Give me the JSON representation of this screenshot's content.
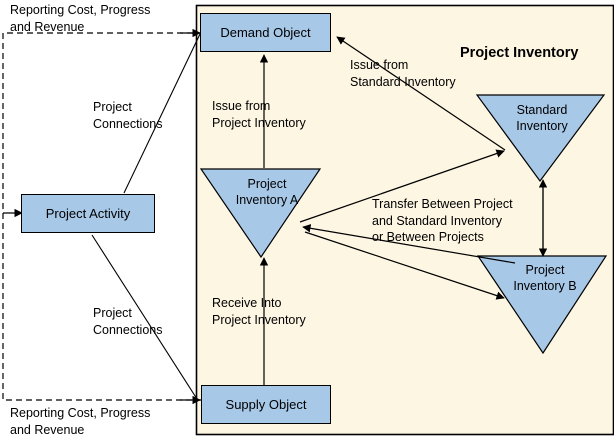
{
  "diagram": {
    "title": "Project Inventory",
    "colors": {
      "node_fill": "#a8c8e8",
      "panel_fill": "#fdf6e3",
      "stroke": "#000000",
      "background": "#ffffff"
    },
    "panel": {
      "title": "Project Inventory"
    },
    "nodes": {
      "demand_object": "Demand Object",
      "supply_object": "Supply Object",
      "project_activity": "Project Activity",
      "project_inventory_a": "Project\nInventory A",
      "standard_inventory": "Standard\nInventory",
      "project_inventory_b": "Project\nInventory B"
    },
    "edge_labels": {
      "issue_from_project_inventory": "Issue from\nProject Inventory",
      "issue_from_standard_inventory": "Issue from\nStandard Inventory",
      "receive_into_project_inventory": "Receive Into\nProject Inventory",
      "transfer_between": "Transfer Between Project\nand Standard Inventory\nor Between Projects",
      "project_connections_top": "Project\nConnections",
      "project_connections_bottom": "Project\nConnections"
    },
    "outer_labels": {
      "top": "Reporting Cost, Progress\nand Revenue",
      "bottom": "Reporting Cost, Progress\nand Revenue"
    }
  }
}
